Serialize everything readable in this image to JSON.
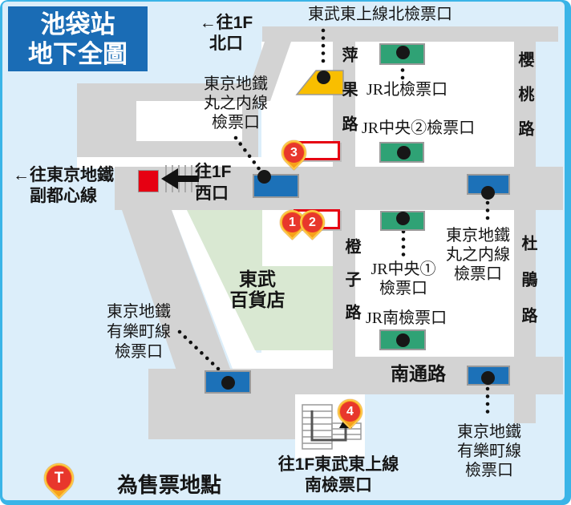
{
  "title": {
    "line1": "池袋站",
    "line2": "地下全圖"
  },
  "exits": {
    "north": {
      "line1": "←往1F",
      "line2": "北口"
    },
    "west": {
      "line1": "往1F",
      "line2": "西口"
    },
    "fukutoshin": {
      "line1": "←往東京地鐵",
      "line2": "副都心線"
    },
    "tobu_south": {
      "line1": "往1F東武東上線",
      "line2": "南檢票口"
    }
  },
  "gates": {
    "tobu_north": "東武東上線北檢票口",
    "jr_north": "JR北檢票口",
    "jr_central2": "JR中央②檢票口",
    "jr_central1": {
      "line1": "JR中央①",
      "line2": "檢票口"
    },
    "jr_south": "JR南檢票口",
    "marunouchi_west": {
      "line1": "東京地鐵",
      "line2": "丸之内線",
      "line3": "檢票口"
    },
    "marunouchi_east": {
      "line1": "東京地鐵",
      "line2": "丸之内線",
      "line3": "檢票口"
    },
    "yurakucho_west": {
      "line1": "東京地鐵",
      "line2": "有樂町線",
      "line3": "檢票口"
    },
    "yurakucho_east": {
      "line1": "東京地鐵",
      "line2": "有樂町線",
      "line3": "檢票口"
    }
  },
  "roads": {
    "pingguo": "萍果路",
    "yingtao": "櫻桃路",
    "chengzi": "橙子路",
    "dujuan": "杜鵑路",
    "nantong": "南通路"
  },
  "areas": {
    "tobu_dept": {
      "line1": "東武",
      "line2": "百貨店"
    }
  },
  "pins": {
    "p1": "1",
    "p2": "2",
    "p3": "3",
    "p4": "4"
  },
  "legend": {
    "pin_label": "T",
    "text": "為售票地點"
  },
  "colors": {
    "frame_blue": "#3ab4e7",
    "page_bg": "#dceefa",
    "corridor_gray": "#d3d3d3",
    "dept_store_green": "#d9e8d2",
    "gate_green": "#2fa275",
    "gate_blue": "#1c71b8",
    "exit_red": "#e60012",
    "machine_border_red": "#e60012",
    "entrance_yellow": "#f9be00",
    "pin_orange": "#f7a11a",
    "pin_circle_red": "#e8372c",
    "title_bg": "#1a6cb5"
  }
}
